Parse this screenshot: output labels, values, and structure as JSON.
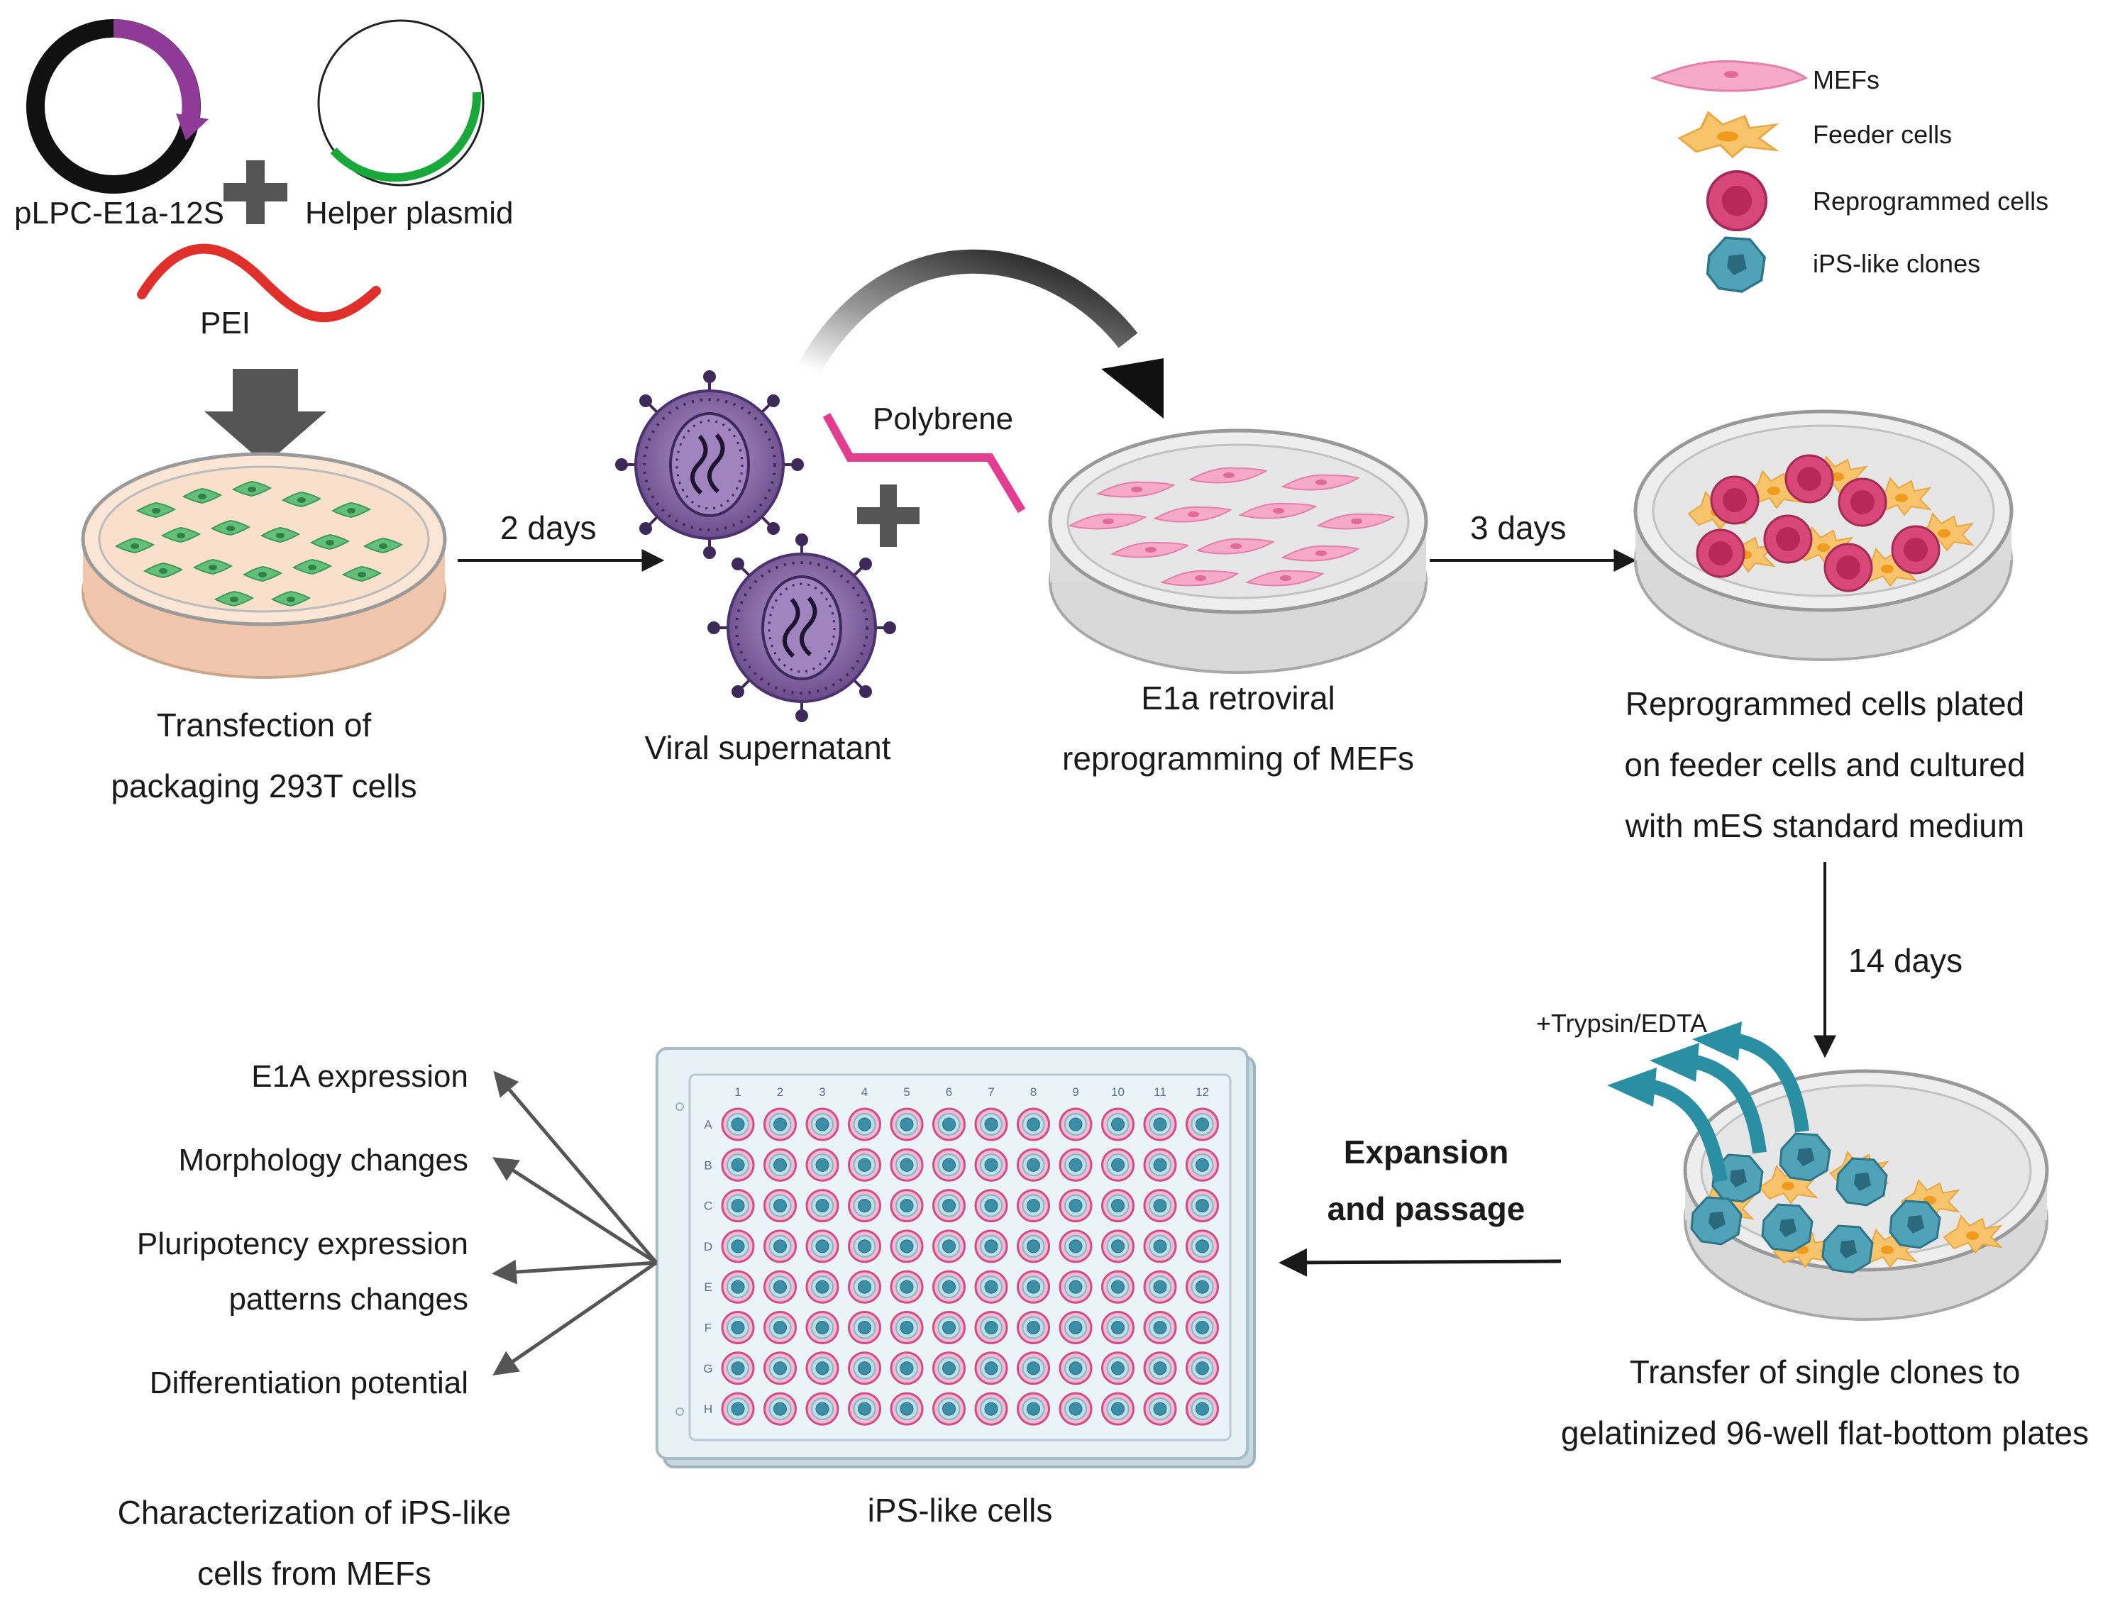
{
  "plasmids": {
    "left_label": "pLPC-E1a-12S",
    "right_label": "Helper plasmid",
    "pei_label": "PEI"
  },
  "steps": {
    "transfection": [
      "Transfection of",
      "packaging 293T cells"
    ],
    "viral": "Viral supernatant",
    "polybrene": "Polybrene",
    "reprogramming": [
      "E1a retroviral",
      "reprogramming of MEFs"
    ],
    "plated": [
      "Reprogrammed cells plated",
      "on feeder cells and cultured",
      "with mES standard medium"
    ],
    "transfer": [
      "Transfer of single clones to",
      "gelatinized 96-well flat-bottom plates"
    ],
    "ips_cells": "iPS-like cells",
    "characterization": [
      "Characterization of iPS-like",
      "cells from MEFs"
    ]
  },
  "arrows": {
    "days_2": "2 days",
    "days_3": "3 days",
    "days_14": "14 days",
    "trypsin": "+Trypsin/EDTA",
    "expansion": [
      "Expansion",
      "and passage"
    ]
  },
  "legend": [
    {
      "label": "MEFs",
      "color": "#f4a6c6"
    },
    {
      "label": "Feeder cells",
      "color": "#f7c46c"
    },
    {
      "label": "Reprogrammed cells",
      "color": "#d6336c"
    },
    {
      "label": "iPS-like clones",
      "color": "#3a8fa6"
    }
  ],
  "characterization_items": [
    [
      "E1A expression"
    ],
    [
      "Morphology changes"
    ],
    [
      "Pluripotency expression",
      "patterns changes"
    ],
    [
      "Differentiation potential"
    ]
  ],
  "plate": {
    "columns": [
      "1",
      "2",
      "3",
      "4",
      "5",
      "6",
      "7",
      "8",
      "9",
      "10",
      "11",
      "12"
    ],
    "rows": [
      "A",
      "B",
      "C",
      "D",
      "E",
      "F",
      "G",
      "H"
    ]
  },
  "colors": {
    "plasmid_purple": "#8e3a96",
    "helper_green": "#19a83a",
    "pei_red": "#e0302b",
    "polybrene_pink": "#e23d8e",
    "virus_purple": "#7d5a9b",
    "teal_arrow": "#2a8fa3"
  }
}
